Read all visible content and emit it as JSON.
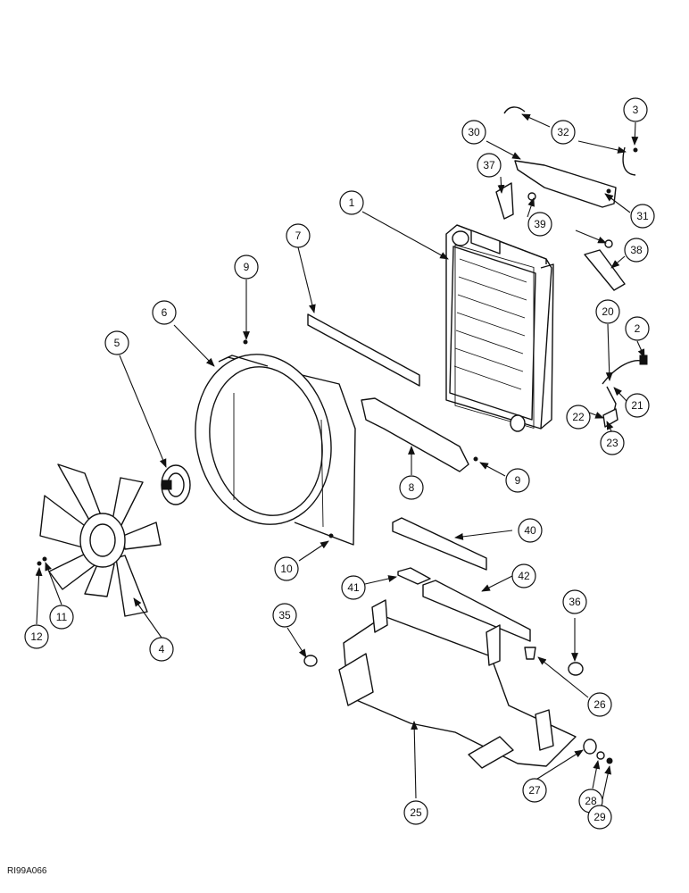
{
  "drawing_code": "RI99A066",
  "callouts": [
    {
      "num": "1"
    },
    {
      "num": "2"
    },
    {
      "num": "3"
    },
    {
      "num": "4"
    },
    {
      "num": "5"
    },
    {
      "num": "6"
    },
    {
      "num": "7"
    },
    {
      "num": "8"
    },
    {
      "num": "9"
    },
    {
      "num": "9"
    },
    {
      "num": "10"
    },
    {
      "num": "11"
    },
    {
      "num": "12"
    },
    {
      "num": "20"
    },
    {
      "num": "21"
    },
    {
      "num": "22"
    },
    {
      "num": "23"
    },
    {
      "num": "25"
    },
    {
      "num": "26"
    },
    {
      "num": "27"
    },
    {
      "num": "28"
    },
    {
      "num": "29"
    },
    {
      "num": "30"
    },
    {
      "num": "31"
    },
    {
      "num": "32"
    },
    {
      "num": "35"
    },
    {
      "num": "36"
    },
    {
      "num": "37"
    },
    {
      "num": "38"
    },
    {
      "num": "39"
    },
    {
      "num": "40"
    },
    {
      "num": "41"
    },
    {
      "num": "42"
    }
  ]
}
